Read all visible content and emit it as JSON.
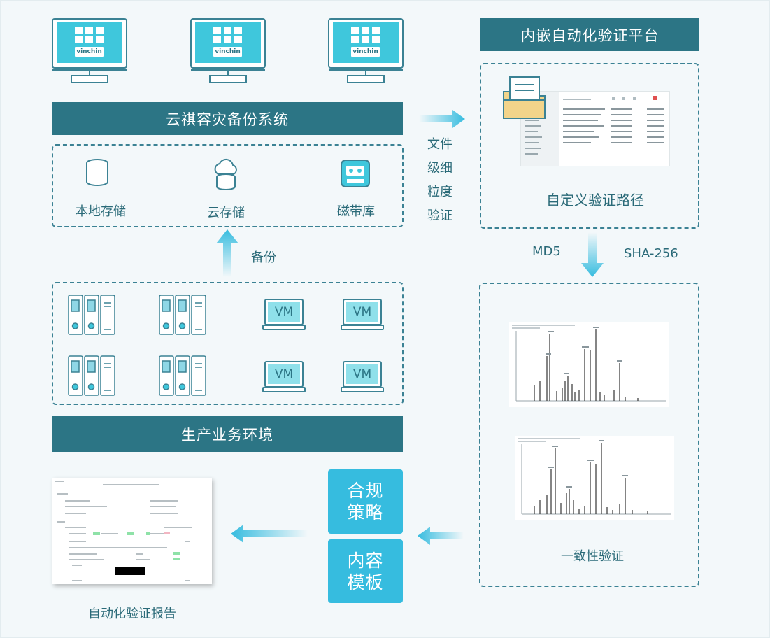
{
  "top_right_banner": "内嵌自动化验证平台",
  "backup_system_banner": "云祺容灾备份系统",
  "production_banner": "生产业务环境",
  "monitor_brand": "vinchin",
  "storage": {
    "local": "本地存储",
    "cloud": "云存储",
    "tape": "磁带库"
  },
  "backup_arrow_label": "备份",
  "vm_label": "VM",
  "file_granularity_label": [
    "文件",
    "级细",
    "粒度",
    "验证"
  ],
  "custom_path_label": "自定义验证路径",
  "hash_labels": {
    "md5": "MD5",
    "sha": "SHA-256"
  },
  "consistency_label": "一致性验证",
  "compliance_button": [
    "合规",
    "策略"
  ],
  "template_button": [
    "内容",
    "模板"
  ],
  "report_label": "自动化验证报告",
  "colors": {
    "banner": "#2c7585",
    "accent": "#36bcdf",
    "dashed_border": "#3b8294",
    "text": "#2a6a78"
  }
}
